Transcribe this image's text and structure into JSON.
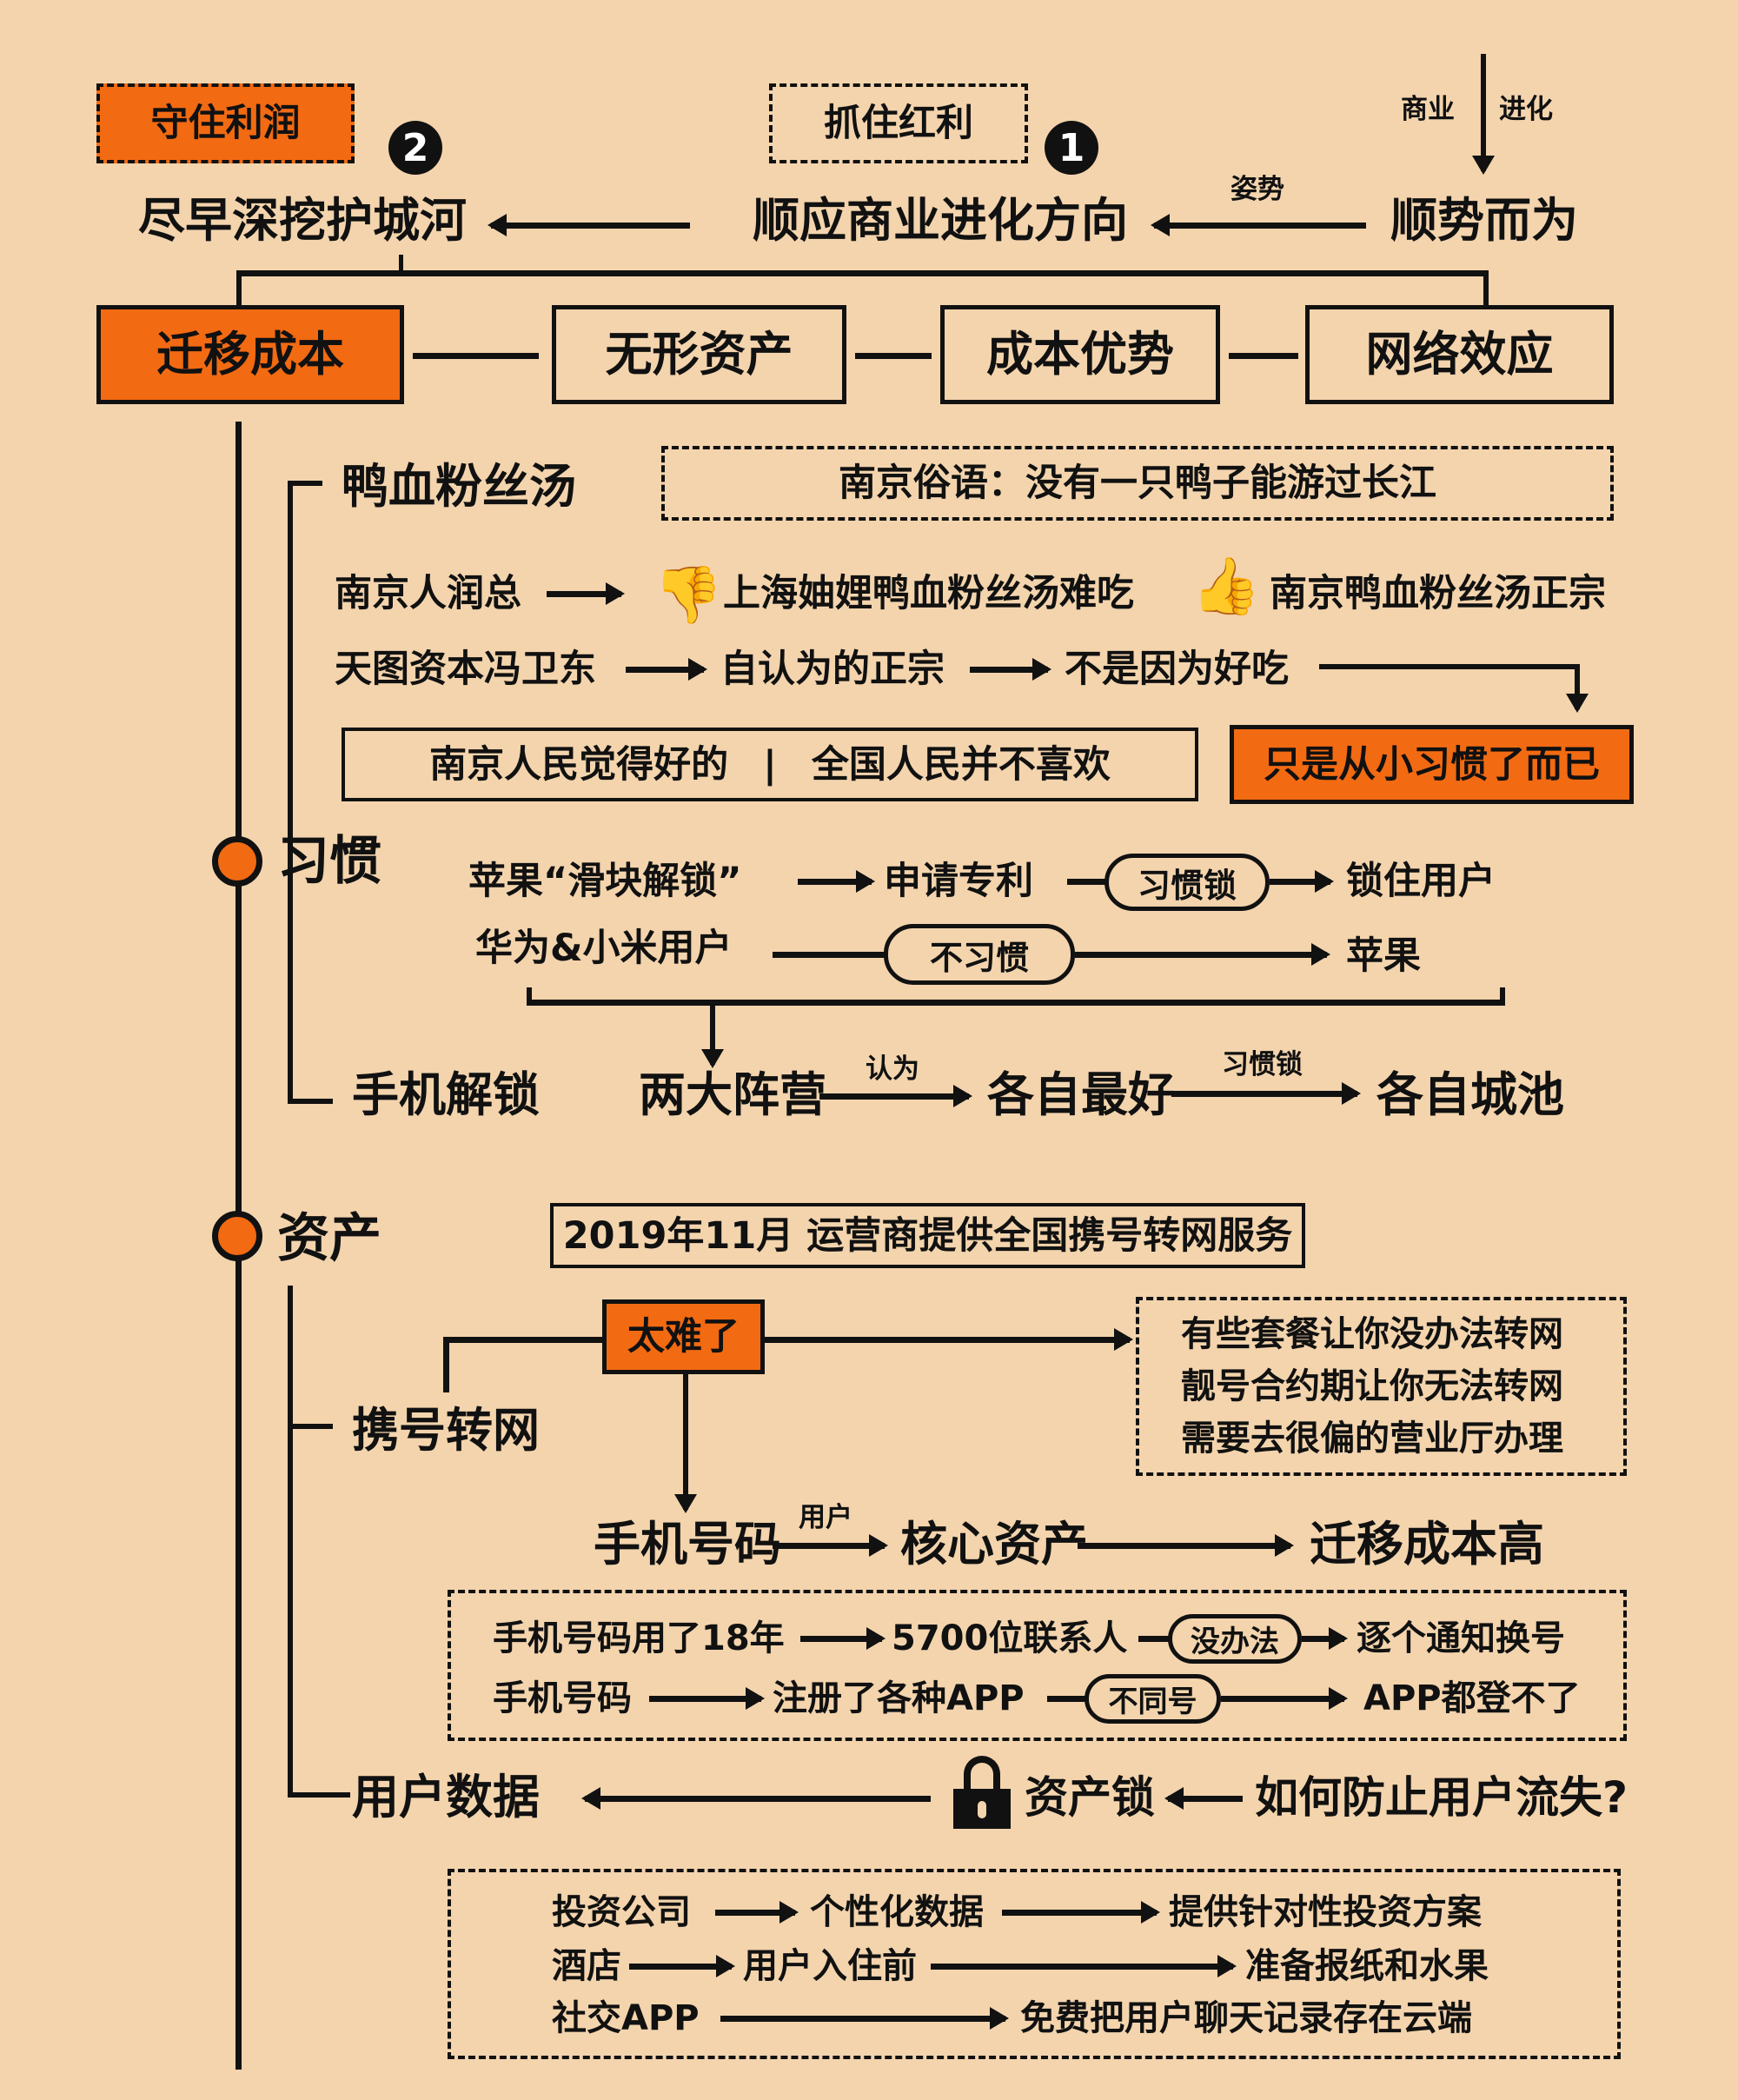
{
  "colors": {
    "background": "#f3d4ad",
    "accent": "#f26a12",
    "ink": "#111111"
  },
  "top": {
    "keep_profit": "守住利润",
    "grab_dividend": "抓住红利",
    "num2": "2",
    "num1": "1",
    "business": "商业",
    "evolution": "进化",
    "moat": "尽早深挖护城河",
    "follow_direction": "顺应商业进化方向",
    "posture": "姿势",
    "follow_trend": "顺势而为"
  },
  "categories": [
    "迁移成本",
    "无形资产",
    "成本优势",
    "网络效应"
  ],
  "habit": {
    "label": "习惯",
    "duck_title": "鸭血粉丝汤",
    "saying": "南京俗语：没有一只鸭子能游过长江",
    "row1": {
      "who": "南京人润总",
      "bad": "上海妯娌鸭血粉丝汤难吃",
      "good": "南京鸭血粉丝汤正宗"
    },
    "row2": {
      "who": "天图资本冯卫东",
      "a": "自认为的正宗",
      "b": "不是因为好吃"
    },
    "compare": {
      "left": "南京人民觉得好的",
      "sep": "|",
      "right": "全国人民并不喜欢"
    },
    "conclusion": "只是从小习惯了而已",
    "apple": {
      "a": "苹果“滑块解锁”",
      "b": "申请专利",
      "pill": "习惯锁",
      "c": "锁住用户"
    },
    "huawei": {
      "a": "华为&小米用户",
      "pill": "不习惯",
      "c": "苹果"
    },
    "unlock": {
      "title": "手机解锁",
      "a": "两大阵营",
      "l1": "认为",
      "b": "各自最好",
      "l2": "习惯锁",
      "c": "各自城池"
    }
  },
  "asset": {
    "label": "资产",
    "event": "2019年11月  运营商提供全国携号转网服务",
    "hard": "太难了",
    "reasons": [
      "有些套餐让你没办法转网",
      "靓号合约期让你无法转网",
      "需要去很偏的营业厅办理"
    ],
    "port_title": "携号转网",
    "core": {
      "a": "手机号码",
      "label": "用户",
      "b": "核心资产",
      "c": "迁移成本高"
    },
    "ex1": {
      "a": "手机号码用了18年",
      "b": "5700位联系人",
      "pill": "没办法",
      "c": "逐个通知换号"
    },
    "ex2": {
      "a": "手机号码",
      "b": "注册了各种APP",
      "pill": "不同号",
      "c": "APP都登不了"
    },
    "data_title": "用户数据",
    "lock": "资产锁",
    "question": "如何防止用户流失?",
    "cases": [
      {
        "a": "投资公司",
        "b": "个性化数据",
        "c": "提供针对性投资方案"
      },
      {
        "a": "酒店",
        "b": "用户入住前",
        "c": "准备报纸和水果"
      },
      {
        "a": "社交APP",
        "c": "免费把用户聊天记录存在云端"
      }
    ]
  }
}
